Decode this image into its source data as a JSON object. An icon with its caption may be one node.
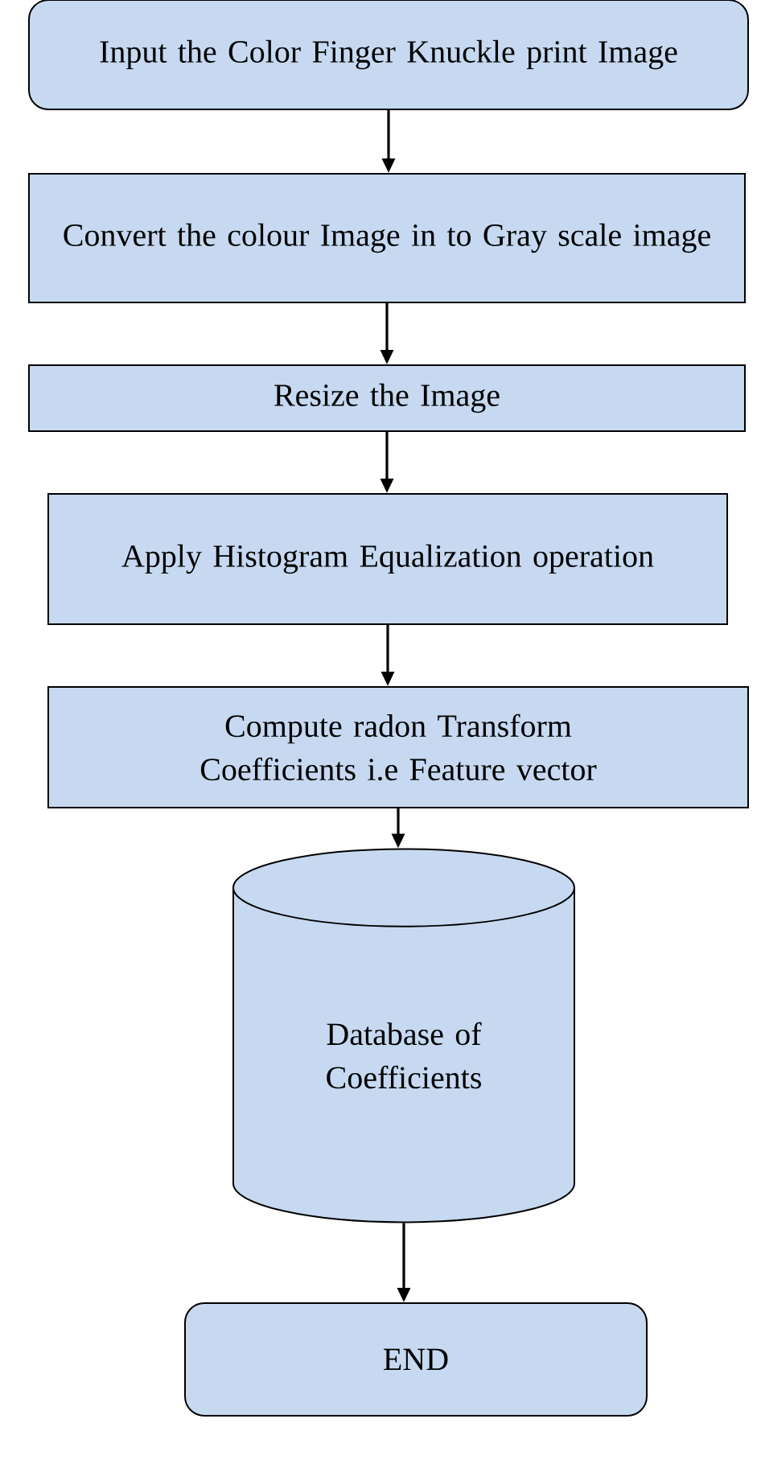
{
  "diagram": {
    "nodes": [
      {
        "text": [
          "Input the Color Finger Knuckle print Image"
        ]
      },
      {
        "text": [
          "Convert the colour Image in to Gray scale image"
        ]
      },
      {
        "text": [
          "Resize the Image"
        ]
      },
      {
        "text": [
          "Apply Histogram Equalization operation"
        ]
      },
      {
        "text": [
          "Compute radon Transform Coefficients i.e Feature vector"
        ]
      },
      {
        "text": [
          "Database of Coefficients"
        ]
      },
      {
        "text": [
          "END"
        ]
      }
    ],
    "edges": [
      {
        "from": 0,
        "to": 1,
        "arrow": "to"
      },
      {
        "from": 1,
        "to": 2,
        "arrow": "to"
      },
      {
        "from": 2,
        "to": 3,
        "arrow": "to"
      },
      {
        "from": 3,
        "to": 4,
        "arrow": "to"
      },
      {
        "from": 4,
        "to": 5,
        "arrow": "to"
      },
      {
        "from": 5,
        "to": 6,
        "arrow": "to"
      }
    ]
  }
}
